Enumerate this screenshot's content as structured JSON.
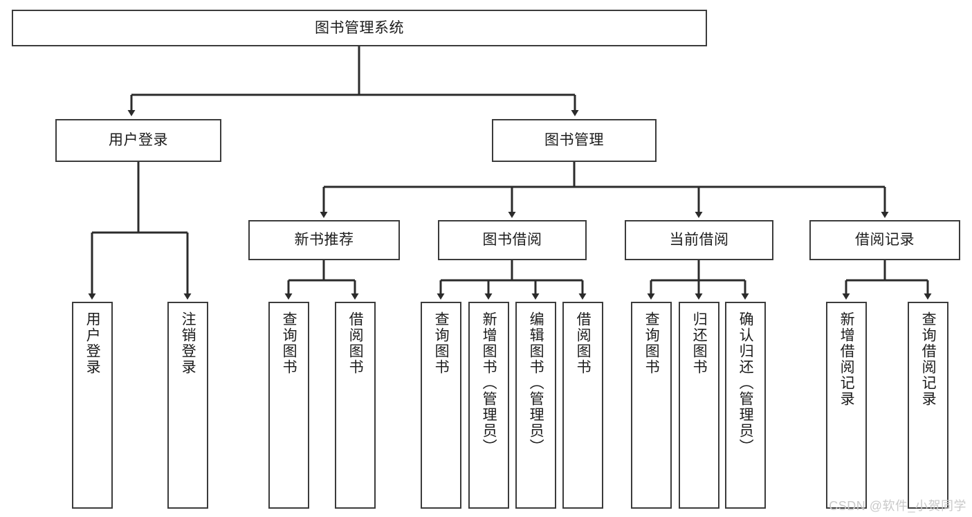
{
  "diagram": {
    "title": "图书管理系统",
    "type": "tree",
    "watermark": "CSDN @软件_小贺同学",
    "colors": {
      "box_border": "#3b3b3b",
      "box_fill": "#ffffff",
      "edge": "#2b2b2b",
      "text": "#1c1c1c",
      "watermark": "#c9c9c9",
      "background": "#ffffff"
    },
    "nodes": {
      "root": {
        "label": "图书管理系统"
      },
      "level1": [
        {
          "id": "user-login",
          "label": "用户登录"
        },
        {
          "id": "book-manage",
          "label": "图书管理"
        }
      ],
      "level2": [
        {
          "id": "new-book-recommend",
          "label": "新书推荐"
        },
        {
          "id": "book-borrow",
          "label": "图书借阅"
        },
        {
          "id": "current-borrow",
          "label": "当前借阅"
        },
        {
          "id": "borrow-record",
          "label": "借阅记录"
        }
      ],
      "leaves": [
        {
          "id": "leaf-user-login",
          "label": "用户登录",
          "parent": "user-login"
        },
        {
          "id": "leaf-logout",
          "label": "注销登录",
          "parent": "user-login"
        },
        {
          "id": "leaf-query-book-1",
          "label": "查询图书",
          "parent": "new-book-recommend"
        },
        {
          "id": "leaf-borrow-book-1",
          "label": "借阅图书",
          "parent": "new-book-recommend"
        },
        {
          "id": "leaf-query-book-2",
          "label": "查询图书",
          "parent": "book-borrow"
        },
        {
          "id": "leaf-add-book",
          "label": "新增图书（管理员）",
          "parent": "book-borrow"
        },
        {
          "id": "leaf-edit-book",
          "label": "编辑图书（管理员）",
          "parent": "book-borrow"
        },
        {
          "id": "leaf-borrow-book-2",
          "label": "借阅图书",
          "parent": "book-borrow"
        },
        {
          "id": "leaf-query-book-3",
          "label": "查询图书",
          "parent": "current-borrow"
        },
        {
          "id": "leaf-return-book",
          "label": "归还图书",
          "parent": "current-borrow"
        },
        {
          "id": "leaf-confirm-return",
          "label": "确认归还（管理员）",
          "parent": "current-borrow"
        },
        {
          "id": "leaf-add-record",
          "label": "新增借阅记录",
          "parent": "borrow-record"
        },
        {
          "id": "leaf-query-record",
          "label": "查询借阅记录",
          "parent": "borrow-record"
        }
      ]
    }
  }
}
